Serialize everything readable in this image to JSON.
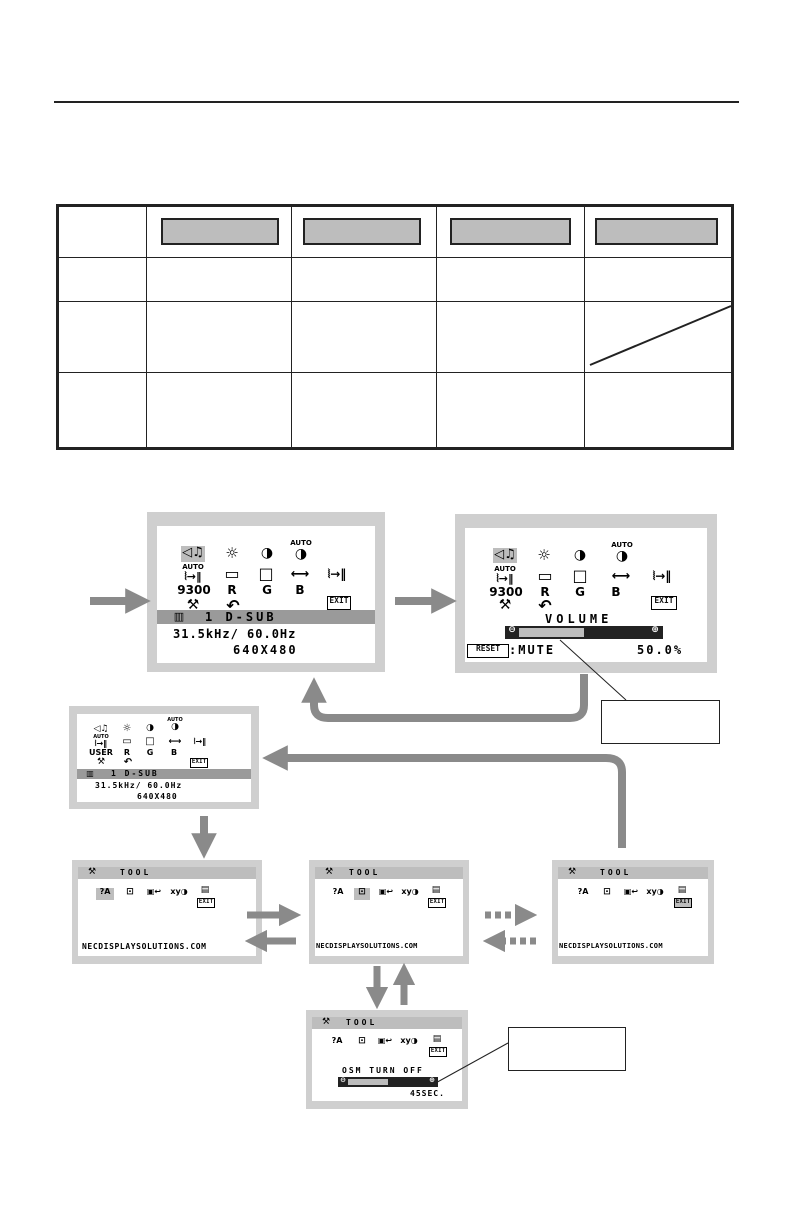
{
  "main_menu": {
    "icon_rows": [
      [
        "volume-icon",
        "brightness-icon",
        "contrast-icon",
        "auto-adjust-icon"
      ],
      [
        "auto-setup-icon",
        "left-right-icon",
        "up-down-icon",
        "h-size-icon",
        "fine-icon"
      ],
      [
        "9300",
        "R",
        "G",
        "B"
      ],
      [
        "tool-icon",
        "factory-preset-icon"
      ]
    ],
    "auto_label": "AUTO",
    "color_preset": "9300",
    "r": "R",
    "g": "G",
    "b": "B",
    "exit": "EXIT",
    "input": "1 D-SUB",
    "frequency": "31.5kHz/ 60.0Hz",
    "resolution": "640X480"
  },
  "main_menu_small": {
    "auto_label": "AUTO",
    "color_preset": "USER",
    "r": "R",
    "g": "G",
    "b": "B",
    "exit": "EXIT",
    "input": "1 D-SUB",
    "frequency": "31.5kHz/ 60.0Hz",
    "resolution": "640X480"
  },
  "volume_menu": {
    "auto_label": "AUTO",
    "color_preset": "9300",
    "r": "R",
    "g": "G",
    "b": "B",
    "exit": "EXIT",
    "title": "VOLUME",
    "reset": "RESET",
    "mute": ":MUTE",
    "value": "50.0%",
    "level": 0.5
  },
  "tool_menu": {
    "title": "TOOL",
    "exit": "EXIT",
    "url": "NECDISPLAYSOLUTIONS.COM"
  },
  "osm_turn_off": {
    "title": "TOOL",
    "exit": "EXIT",
    "label": "OSM TURN OFF",
    "value": "45SEC.",
    "level": 0.5
  },
  "colors": {
    "screen_frame": "#cfcfcf",
    "highlight_bar": "#9a9a9a",
    "arrow": "#8a8a8a",
    "key_button": "#bdbdbd"
  }
}
